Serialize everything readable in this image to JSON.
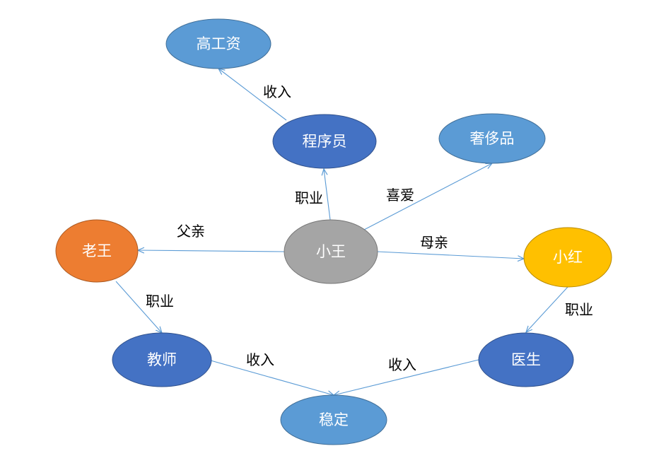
{
  "nodes": {
    "gaogongzi": {
      "label": "高工资",
      "color": "#5B9BD5"
    },
    "chengxuyuan": {
      "label": "程序员",
      "color": "#4472C4"
    },
    "shechipin": {
      "label": "奢侈品",
      "color": "#5B9BD5"
    },
    "laowang": {
      "label": "老王",
      "color": "#ED7D31"
    },
    "xiaowang": {
      "label": "小王",
      "color": "#A5A5A5"
    },
    "xiaohong": {
      "label": "小红",
      "color": "#FFC000"
    },
    "jiaoshi": {
      "label": "教师",
      "color": "#4472C4"
    },
    "yisheng": {
      "label": "医生",
      "color": "#4472C4"
    },
    "wending": {
      "label": "稳定",
      "color": "#5B9BD5"
    }
  },
  "edges": {
    "chengxuyuan_gaogongzi": {
      "label": "收入"
    },
    "xiaowang_chengxuyuan": {
      "label": "职业"
    },
    "xiaowang_shechipin": {
      "label": "喜爱"
    },
    "xiaowang_laowang": {
      "label": "父亲"
    },
    "xiaowang_xiaohong": {
      "label": "母亲"
    },
    "laowang_jiaoshi": {
      "label": "职业"
    },
    "xiaohong_yisheng": {
      "label": "职业"
    },
    "jiaoshi_wending": {
      "label": "收入"
    },
    "yisheng_wending": {
      "label": "收入"
    }
  },
  "edge_color": "#5B9BD5"
}
